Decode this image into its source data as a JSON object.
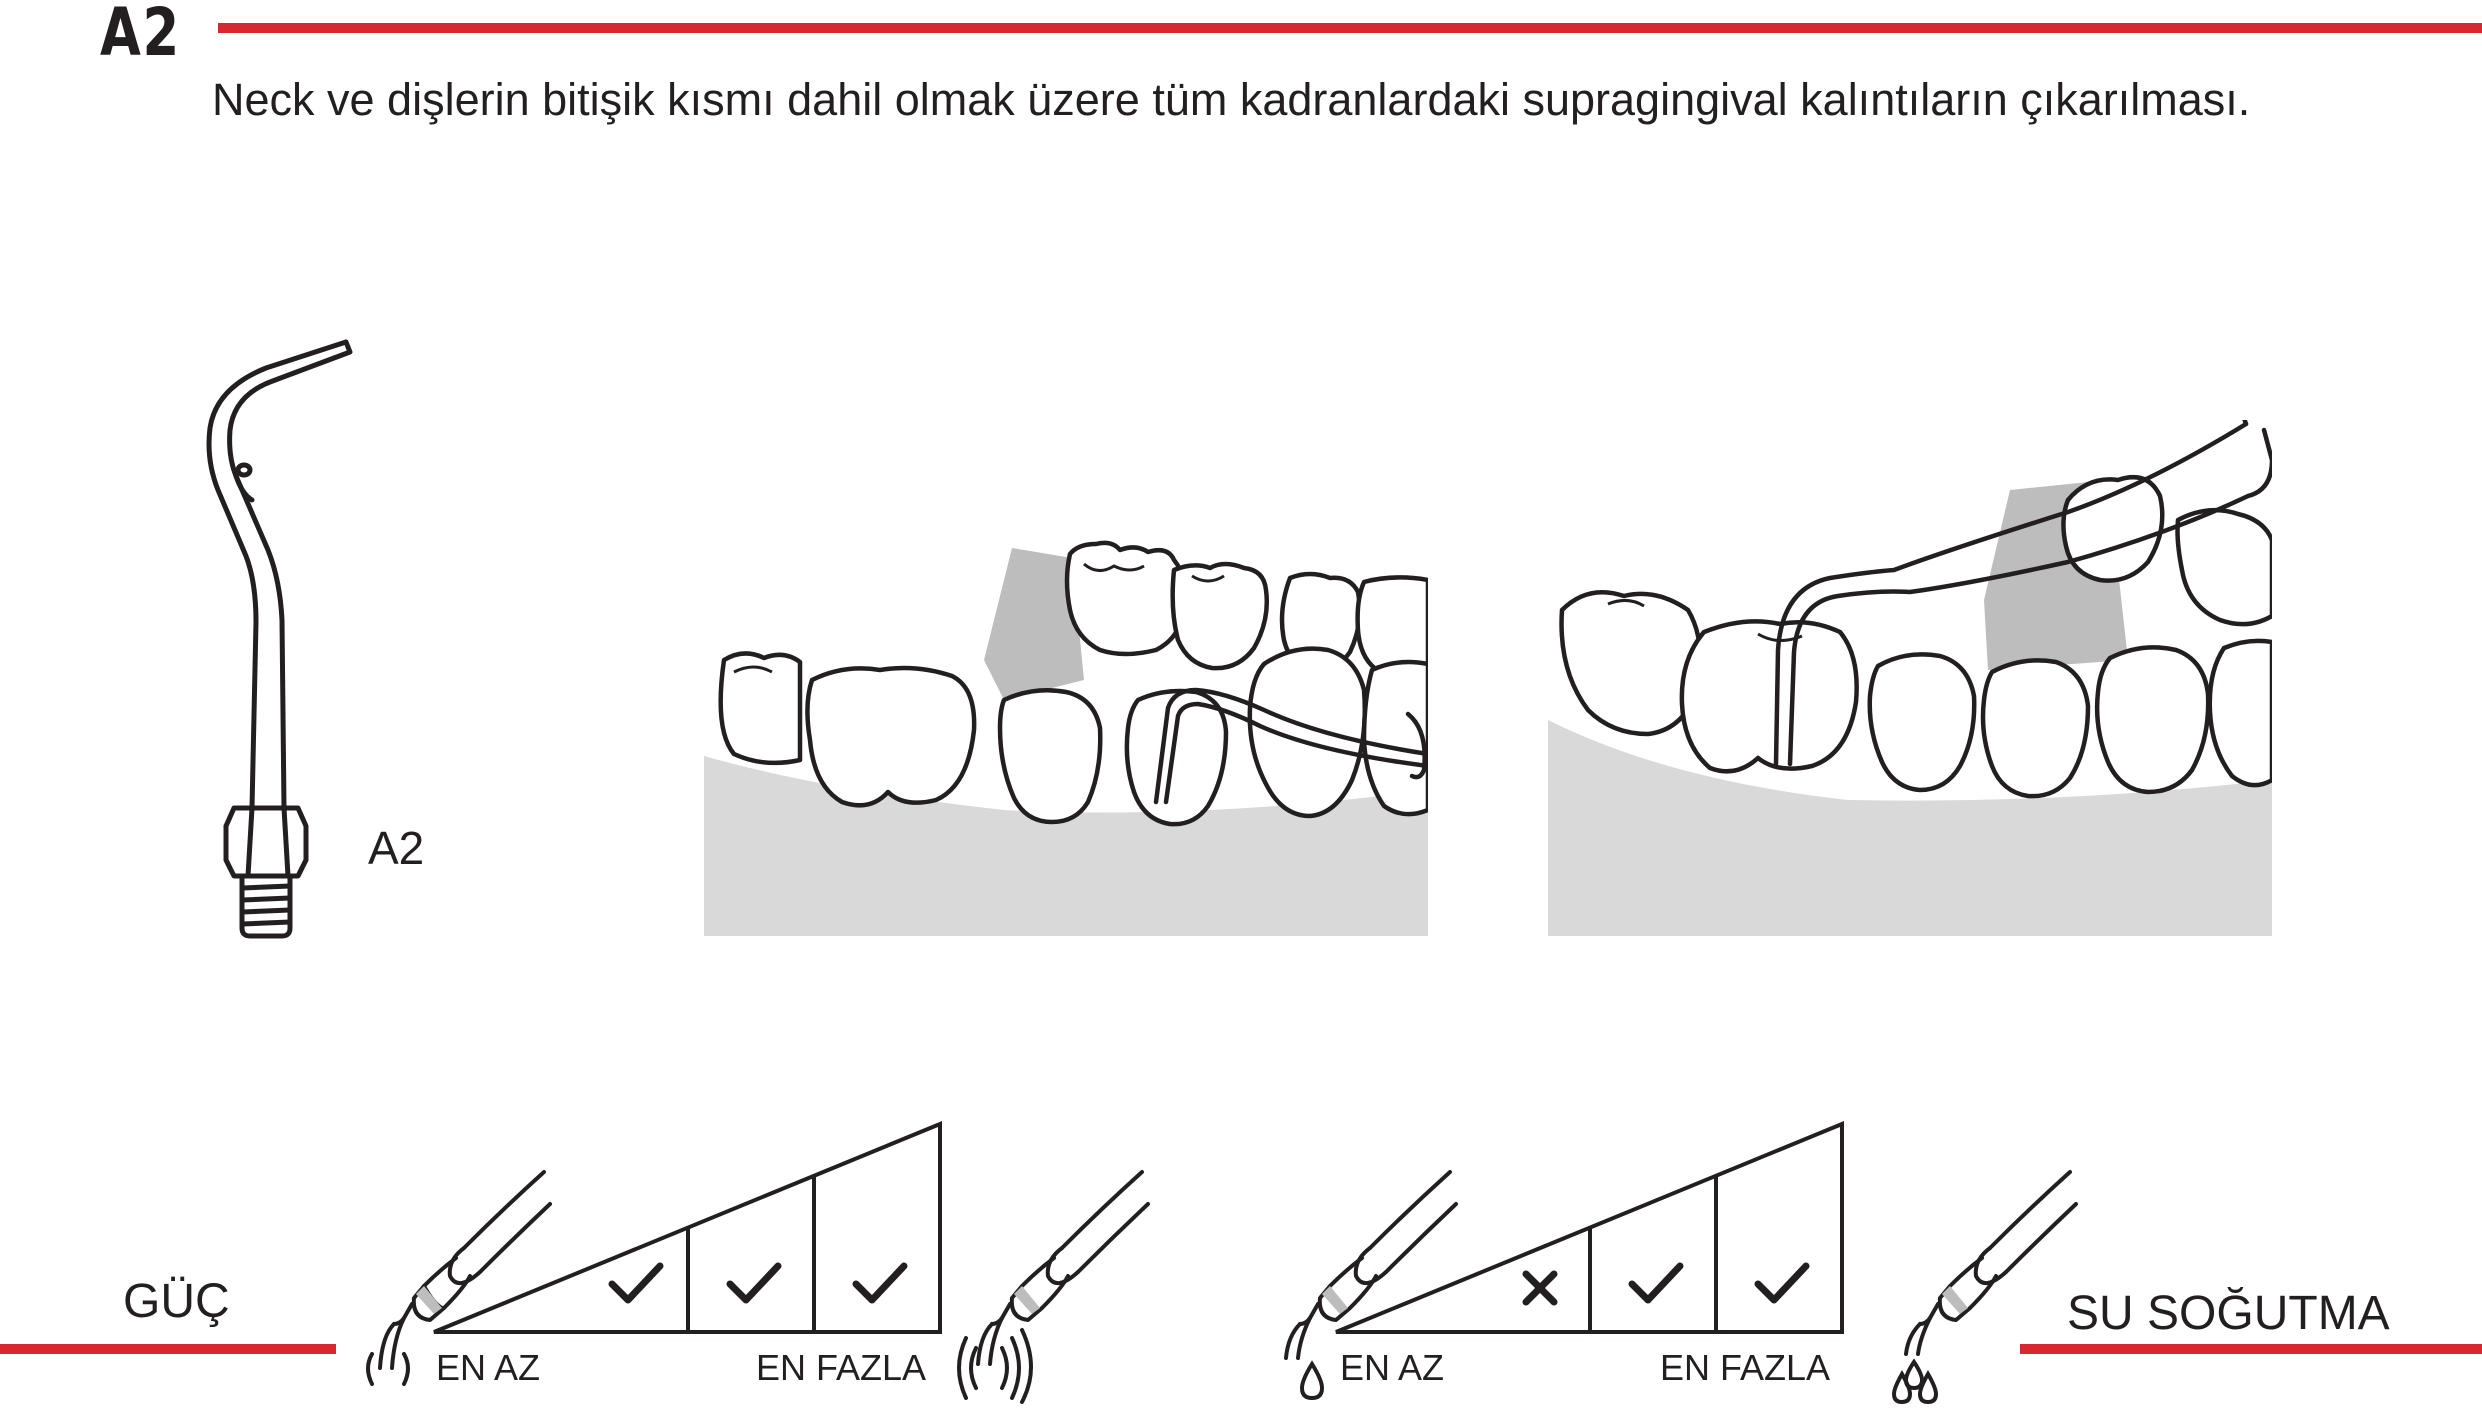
{
  "header": {
    "code": "A2",
    "description": "Neck ve dişlerin bitişik kısmı dahil olmak üzere tüm kadranlardaki supragingival kalıntıların çıkarılması."
  },
  "tip": {
    "label": "A2"
  },
  "power": {
    "title": "GÜÇ",
    "min_label": "EN AZ",
    "max_label": "EN FAZLA",
    "levels": [
      "check",
      "check",
      "check"
    ]
  },
  "water_cooling": {
    "title": "SU SOĞUTMA",
    "min_label": "EN AZ",
    "max_label": "EN FAZLA",
    "levels": [
      "cross",
      "check",
      "check"
    ]
  },
  "colors": {
    "accent": "#d7282f",
    "ink": "#231f20",
    "gum": "#d9d9d9",
    "shadow": "#bdbdbd"
  }
}
